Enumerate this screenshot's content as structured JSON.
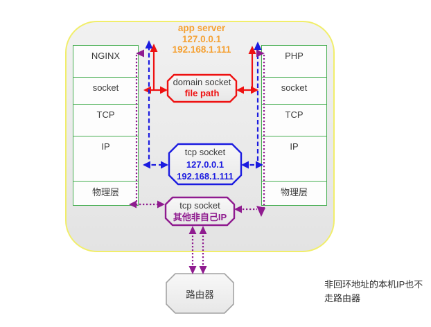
{
  "colors": {
    "c-red": "#ee1111",
    "c-blue": "#1b1be0",
    "c-purple": "#8f1b8f",
    "c-green": "#44ad4f",
    "c-orange": "#f5a133",
    "c-yellow": "#f1ee6a"
  },
  "app_server": {
    "line1": "app server",
    "line2": "127.0.0.1",
    "line3": "192.168.1.111"
  },
  "left_stack": {
    "rows": [
      "NGINX",
      "socket",
      "TCP",
      "IP",
      "物理层"
    ]
  },
  "right_stack": {
    "rows": [
      "PHP",
      "socket",
      "TCP",
      "IP",
      "物理层"
    ]
  },
  "domain_socket_box": {
    "title": "domain socket",
    "subtitle": "file path"
  },
  "tcp_socket_box": {
    "title": "tcp socket",
    "ip1": "127.0.0.1",
    "ip2": "192.168.1.111"
  },
  "other_ip_box": {
    "title": "tcp socket",
    "subtitle": "其他非自己IP"
  },
  "router": {
    "label": "路由器"
  },
  "note": {
    "line1": "非回环地址的本机IP也不",
    "line2": "走路由器"
  }
}
